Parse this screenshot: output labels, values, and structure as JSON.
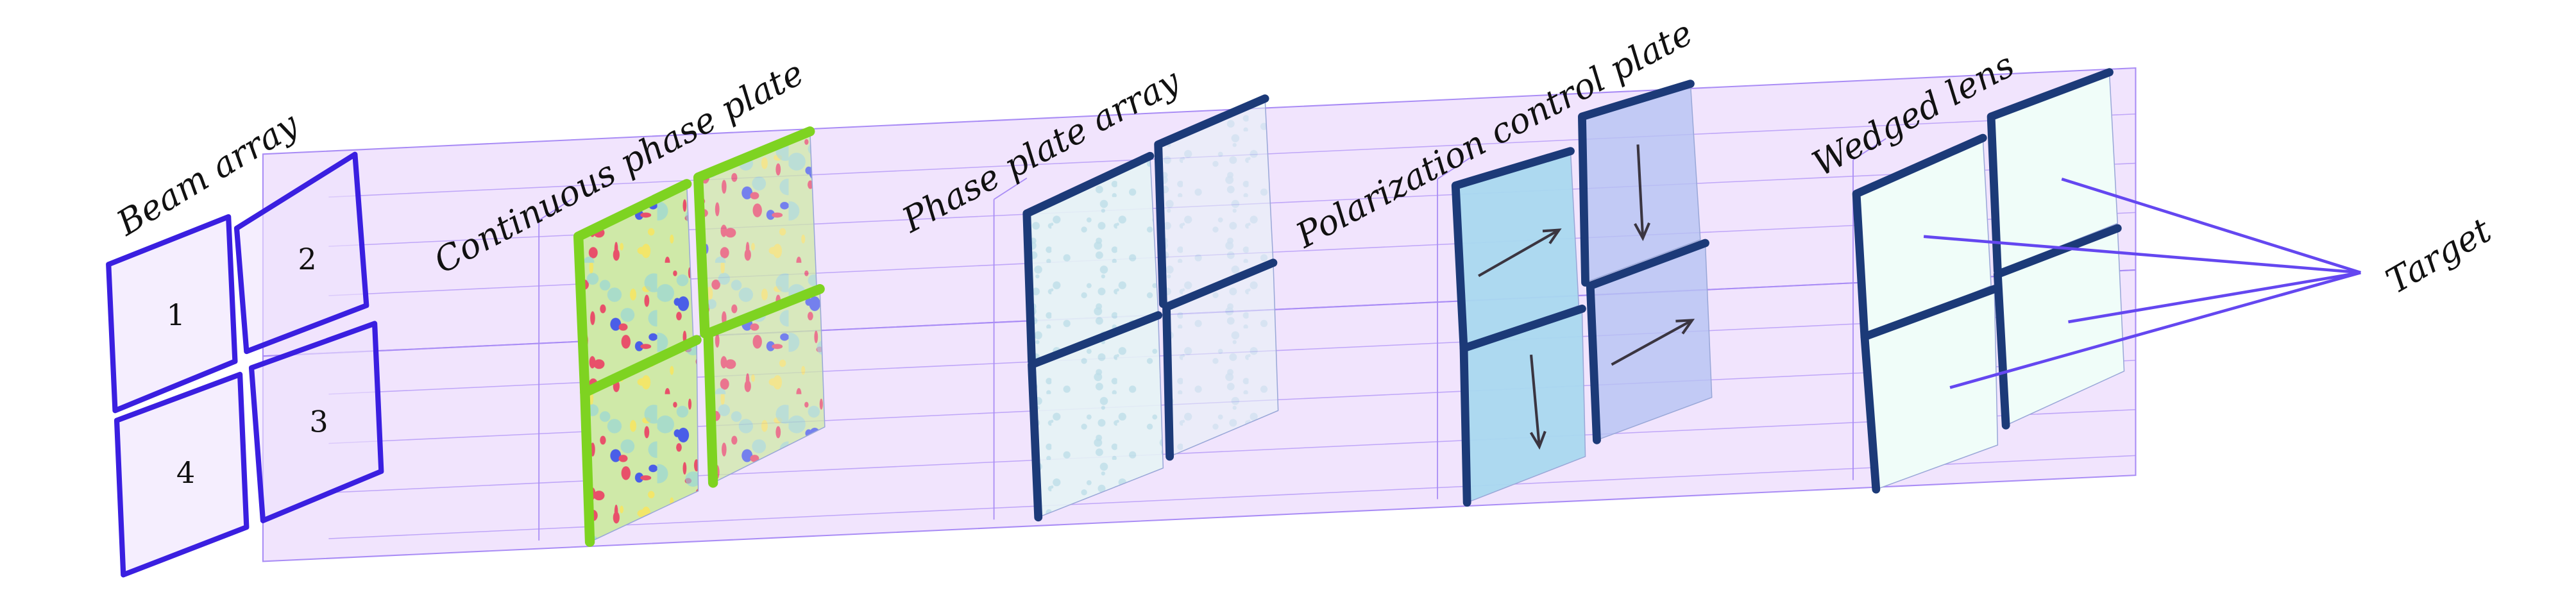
{
  "labels": {
    "beam_array": "Beam array",
    "continuous_phase_plate": "Continuous phase plate",
    "phase_plate_array": "Phase plate array",
    "polarization_control_plate": "Polarization control plate",
    "wedged_lens": "Wedged lens",
    "target": "Target"
  },
  "beam_numbers": [
    "1",
    "2",
    "3",
    "4"
  ],
  "colors": {
    "beam_frame": "#3a1fe0",
    "channel_fill": "#e6cdfb",
    "channel_edge": "#a98cf5",
    "cpp_edge": "#7ed321",
    "polarization_tile": "#a9d8ef",
    "polarization_tile_back": "#b7c3f2",
    "lens_tile": "#f0fdf9",
    "tile_edge_dark": "#1c3a78",
    "target_ray": "#6447f0"
  }
}
